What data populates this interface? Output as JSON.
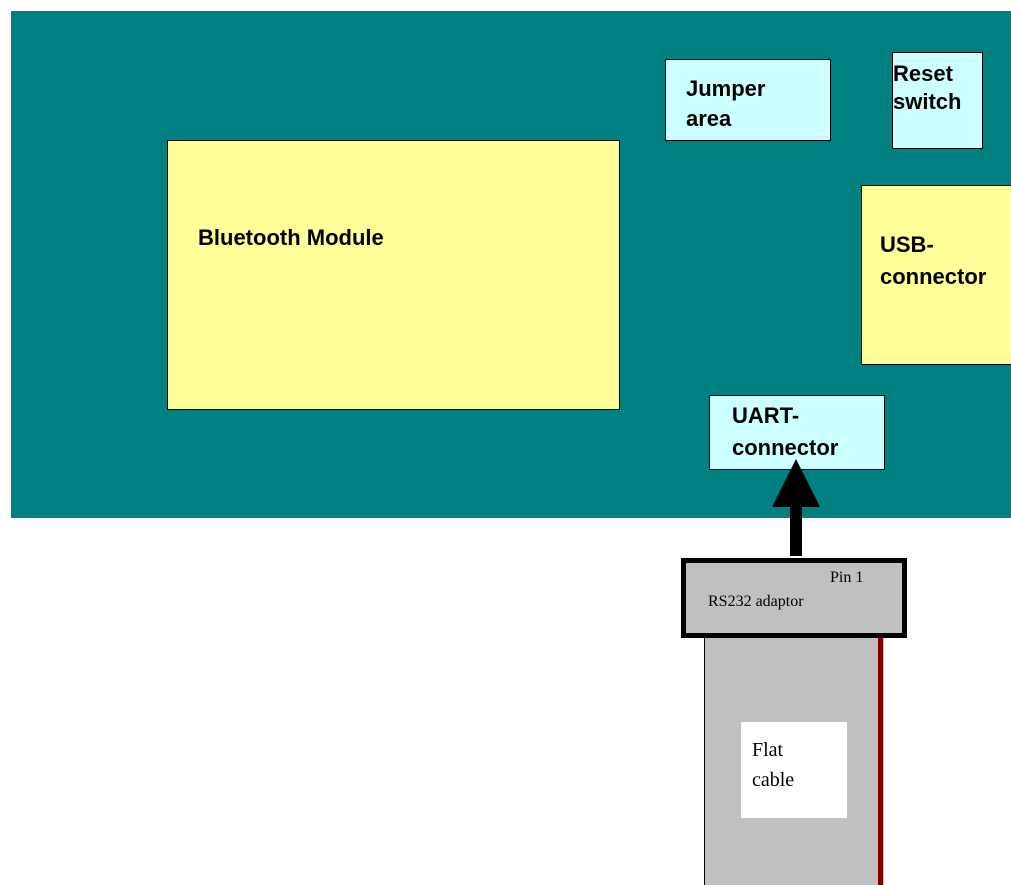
{
  "colors": {
    "board": "#008080",
    "module": "#ffff99",
    "component": "#ccffff",
    "adaptor": "#c0c0c0",
    "cable_stripe": "#800000"
  },
  "board": {
    "bluetooth_module": "Bluetooth Module",
    "jumper_area": "Jumper\narea",
    "reset_switch": "Reset\nswitch",
    "usb_connector": "USB-\nconnector",
    "uart_connector": "UART-\nconnector"
  },
  "adaptor": {
    "pin_label": "Pin 1",
    "label": "RS232 adaptor"
  },
  "cable": {
    "label": "Flat\ncable"
  }
}
